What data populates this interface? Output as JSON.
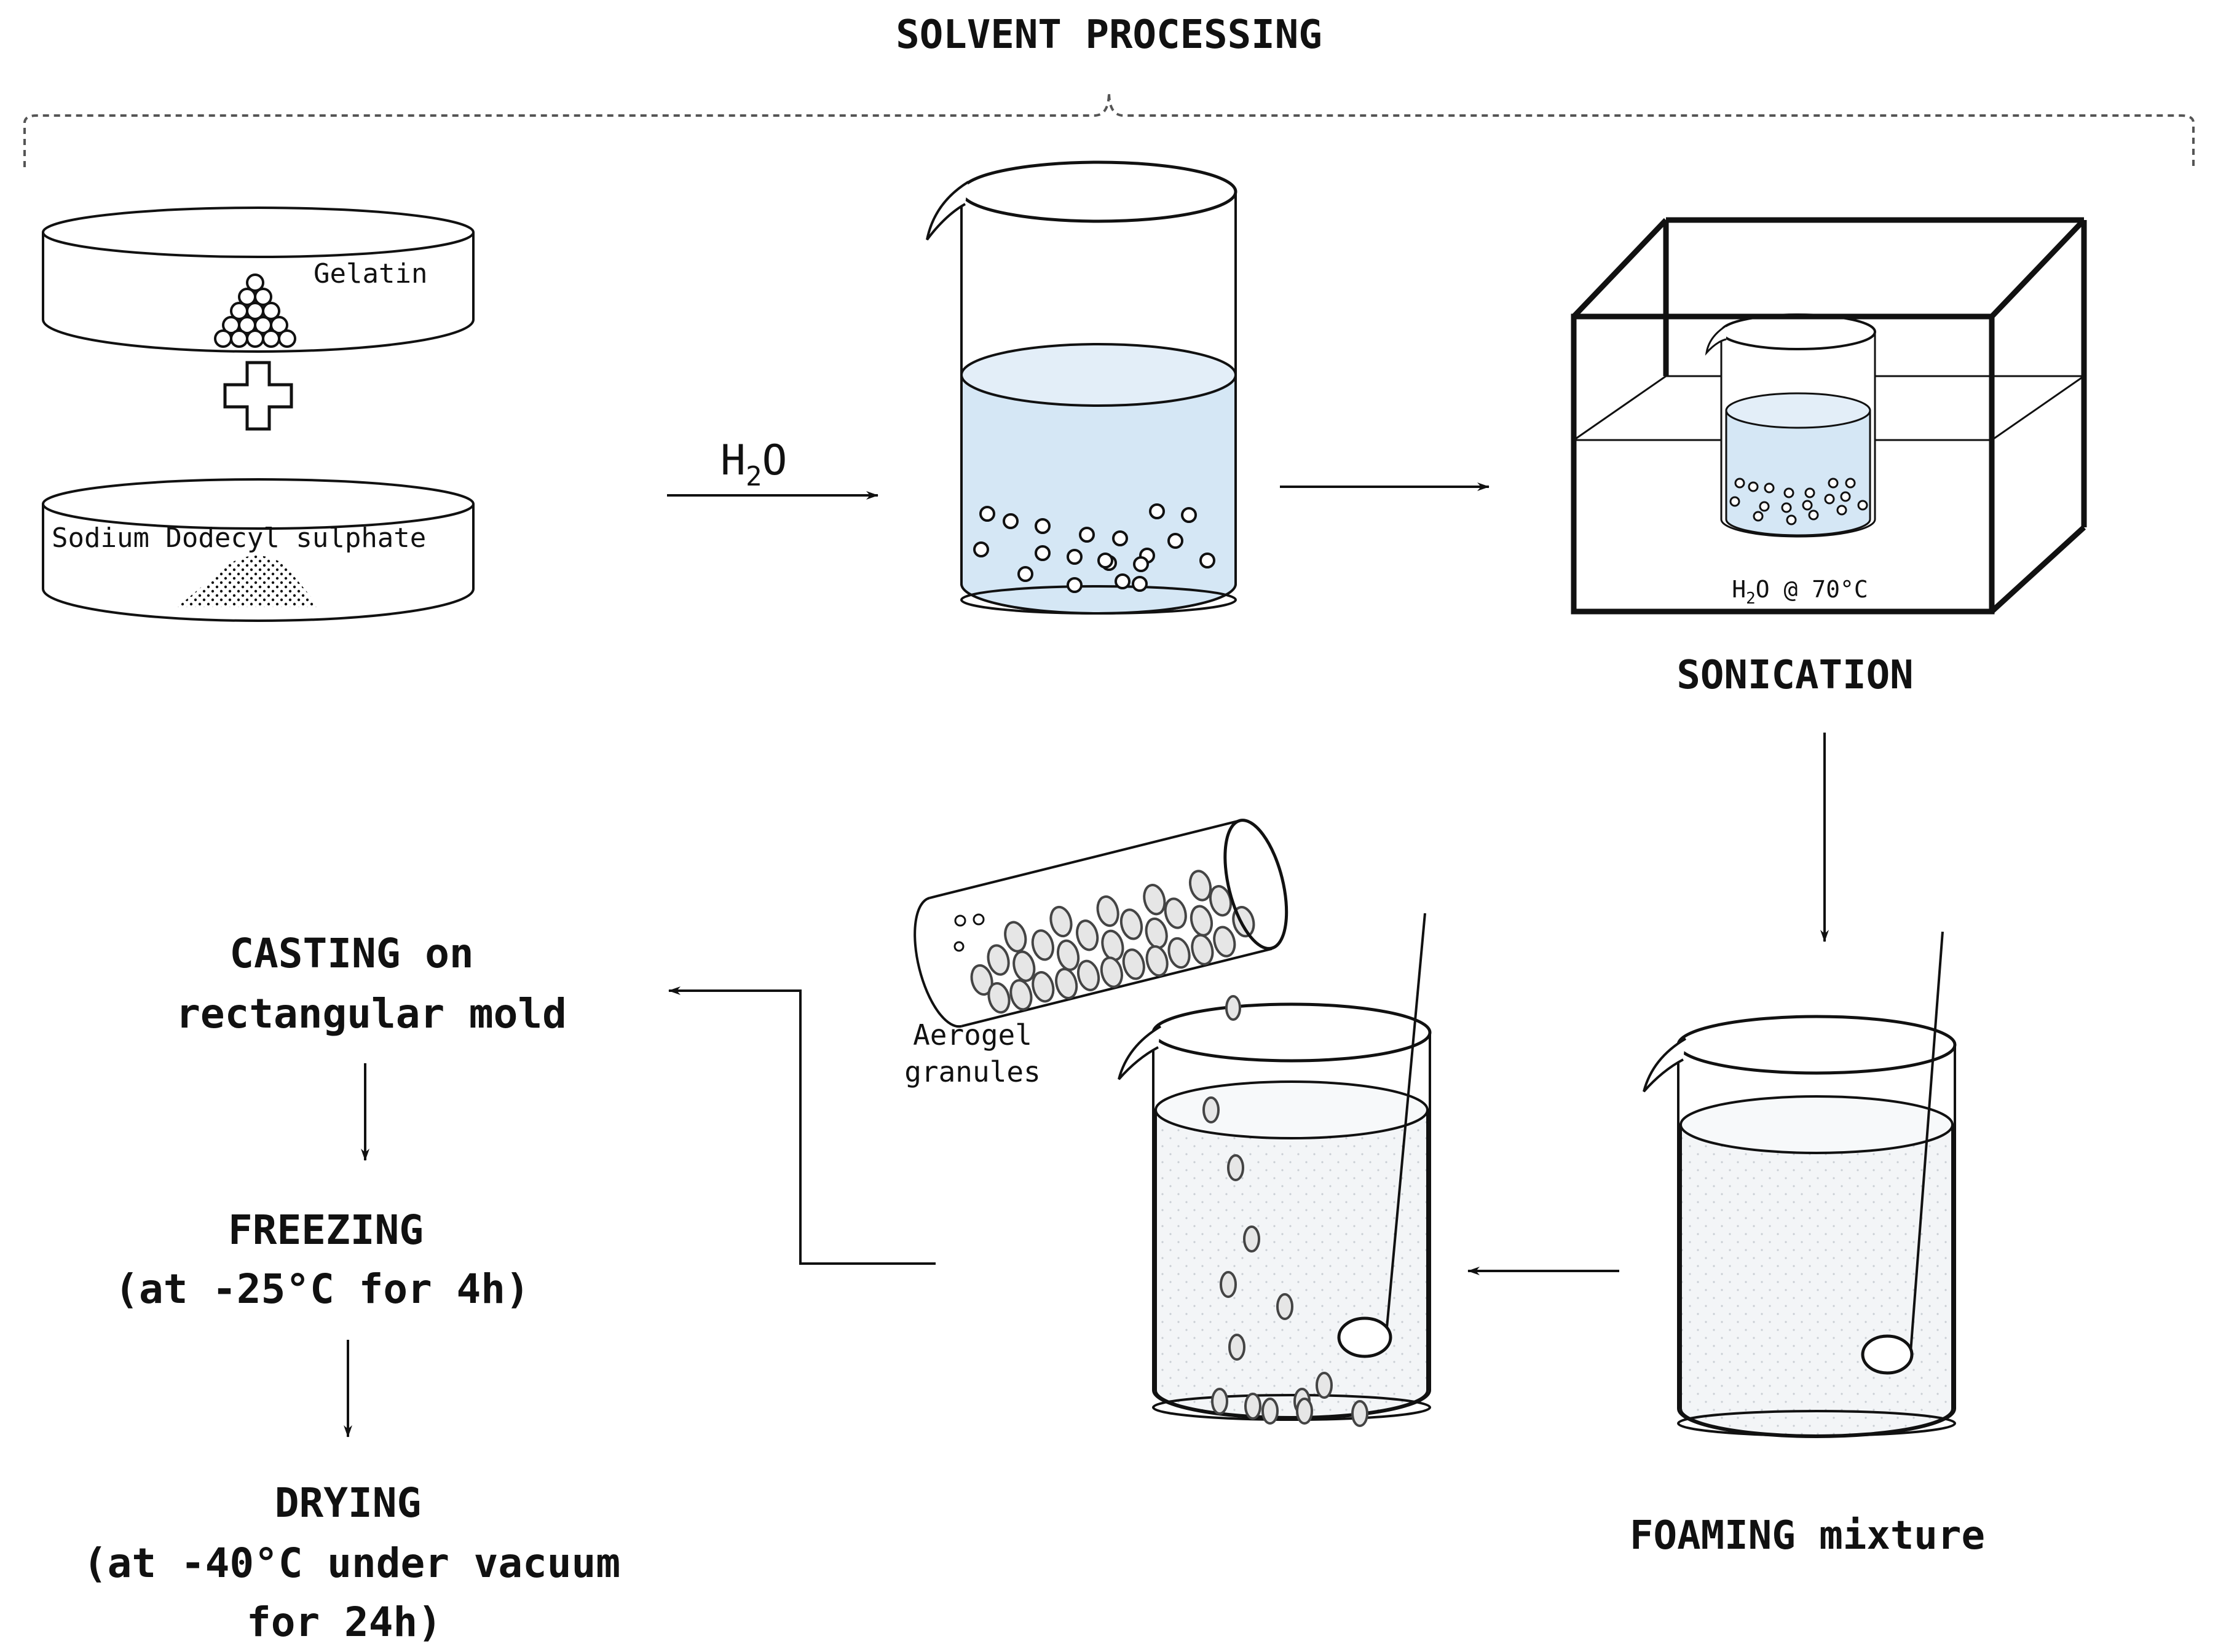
{
  "title": "SOLVENT PROCESSING",
  "materials": {
    "gelatin": "Gelatin",
    "sds": "Sodium Dodecyl sulphate"
  },
  "water": {
    "h": "H",
    "sub": "2",
    "o": "O"
  },
  "bath": {
    "label_h": "H",
    "label_sub": "2",
    "label_rest": "O @ 70°C"
  },
  "steps": {
    "sonication": "SONICATION",
    "foaming": "FOAMING mixture",
    "aerogel_line1": "Aerogel",
    "aerogel_line2": "granules",
    "casting_line1": "CASTING on",
    "casting_line2": "rectangular mold",
    "freezing_line1": "FREEZING",
    "freezing_line2": "(at -25°C for 4h)",
    "drying_line1": "DRYING",
    "drying_line2": "(at -40°C under vacuum",
    "drying_line3": "for 24h)"
  },
  "colors": {
    "water": "#d5e7f5",
    "foam": "#f3f5f7",
    "stroke": "#111111",
    "granule": "#e6e6e6"
  }
}
